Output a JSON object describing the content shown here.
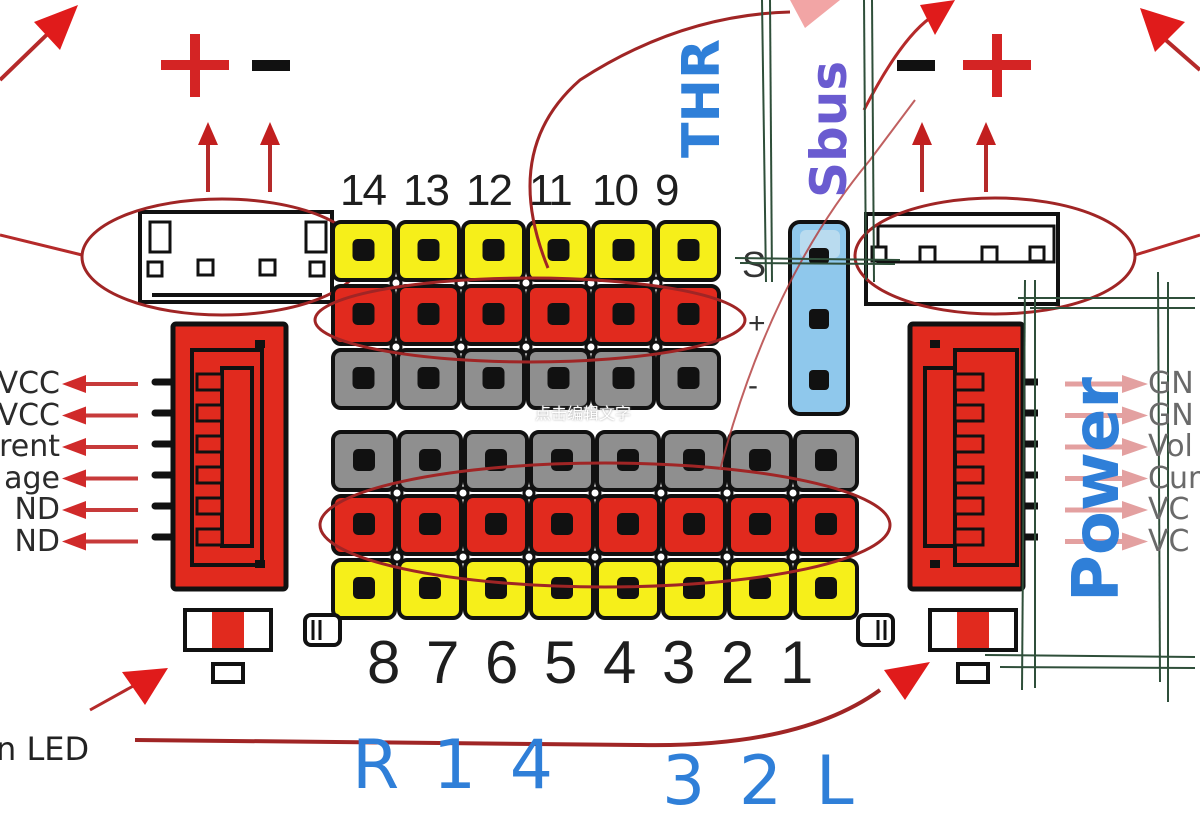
{
  "diagram": {
    "title": "Flight controller PDB pinout",
    "colors": {
      "signal": "#f6ef1a",
      "positive": "#e12a1e",
      "ground": "#8f8f8f",
      "sbus_jumper": "#8fc8ec",
      "outline": "#111111",
      "annotation_red": "#c21f1f",
      "annotation_blue": "#2f7fd8",
      "annotation_purple": "#6a5bd0",
      "overlay_green": "#2f4f3a"
    },
    "top_left_connector": {
      "polarity": [
        "+",
        "-"
      ]
    },
    "top_right_connector": {
      "polarity": [
        "-",
        "+"
      ]
    },
    "top_header": {
      "pin_numbers": [
        "14",
        "13",
        "12",
        "11",
        "10",
        "9"
      ],
      "row_labels": [
        "S",
        "+",
        "-"
      ],
      "rows": [
        "signal",
        "positive",
        "ground"
      ]
    },
    "bottom_header": {
      "pin_numbers": [
        "8",
        "7",
        "6",
        "5",
        "4",
        "3",
        "2",
        "1"
      ],
      "rows": [
        "ground",
        "positive",
        "signal"
      ]
    },
    "left_power_connector": {
      "labels": [
        "VCC",
        "VCC",
        "rent",
        "age",
        "ND",
        "ND"
      ]
    },
    "right_power_connector": {
      "labels": [
        "GN",
        "GN",
        "Vol",
        "Cur",
        "VC",
        "VC"
      ]
    },
    "sbus_jumper": {
      "pins": 3
    },
    "watermark": "点击编辑文字",
    "led_label": "n LED",
    "annotations": {
      "thr": "THR",
      "sbus": "Sbus",
      "power": "Power",
      "r14": "R 1 4",
      "l32": "3 2 L"
    }
  }
}
